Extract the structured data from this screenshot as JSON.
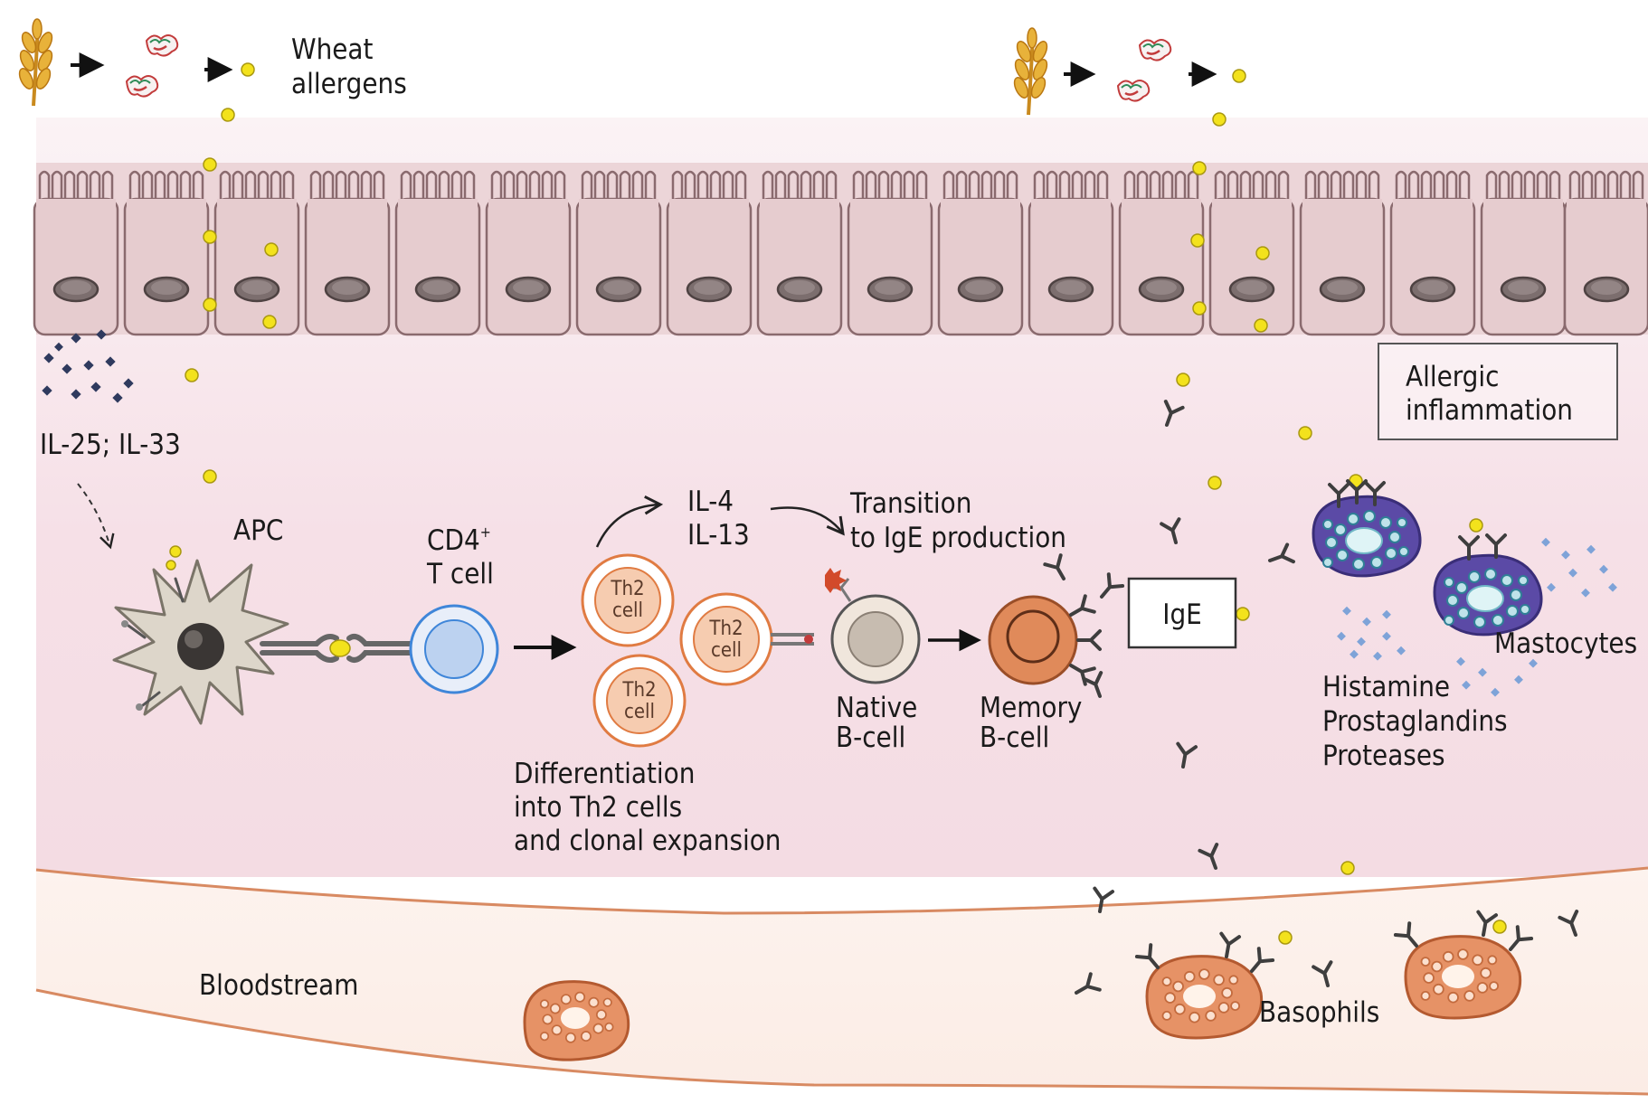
{
  "labels": {
    "wheat_line1": "Wheat",
    "wheat_line2": "allergens",
    "il25": "IL-25; IL-33",
    "apc": "APC",
    "cd4_line1": "CD4",
    "cd4_sup": "+",
    "cd4_line2": "T cell",
    "th2": "Th2",
    "cell": "cell",
    "il4": "IL-4",
    "il13": "IL-13",
    "transition_line1": "Transition",
    "transition_line2": "to IgE production",
    "native_line1": "Native",
    "native_line2": "B-cell",
    "memory_line1": "Memory",
    "memory_line2": "B-cell",
    "ige": "IgE",
    "allergic_line1": "Allergic",
    "allergic_line2": "inflammation",
    "mastocytes": "Mastocytes",
    "mediator1": "Histamine",
    "mediator2": "Prostaglandins",
    "mediator3": "Proteases",
    "diff_line1": "Differentiation",
    "diff_line2": "into Th2 cells",
    "diff_line3": "and clonal expansion",
    "bloodstream": "Bloodstream",
    "basophils": "Basophils"
  },
  "colors": {
    "epithelium": "#e6cccf",
    "epithelium_stroke": "#8a6a6e",
    "nucleus": "#7c6e6e",
    "tissue_top": "#fbf3f5",
    "tissue_bottom": "#f5dde4",
    "allergen": "#f3e21c",
    "il_dots": "#2f3a5e",
    "cyto_dots": "#7ea3d8",
    "apc_body": "#ddd6ca",
    "t_cell": "#3f86d9",
    "th2_ring": "#e07b42",
    "th2_fill": "#f6ccb0",
    "memory_b": "#e08a5a",
    "mastocyte": "#5b4aa6",
    "basophil": "#e69266",
    "antibody": "#444444",
    "vessel": "#d88a62"
  }
}
